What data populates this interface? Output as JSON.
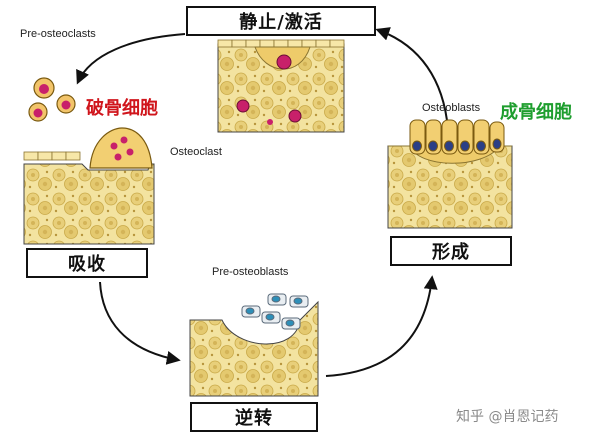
{
  "stages": {
    "rest": "静止/激活",
    "resorption": "吸收",
    "reversal": "逆转",
    "formation": "形成"
  },
  "labels": {
    "pre_osteoclasts": "Pre-osteoclasts",
    "osteoclast": "Osteoclast",
    "pre_osteoblasts": "Pre-osteoblasts",
    "osteoblasts": "Osteoblasts",
    "osteoclast_cn": "破骨细胞",
    "osteoblast_cn": "成骨细胞"
  },
  "watermark": "知乎 @肖恩记药",
  "colors": {
    "bone": "#efd98a",
    "bone_dark": "#c9a948",
    "osteoclast": "#f2d27a",
    "preosteoclast_nucleus": "#c8206a",
    "osteoblast_nucleus": "#2c3f86",
    "preosteoblast_nucleus": "#2e8fb8",
    "arrow": "#111111"
  }
}
